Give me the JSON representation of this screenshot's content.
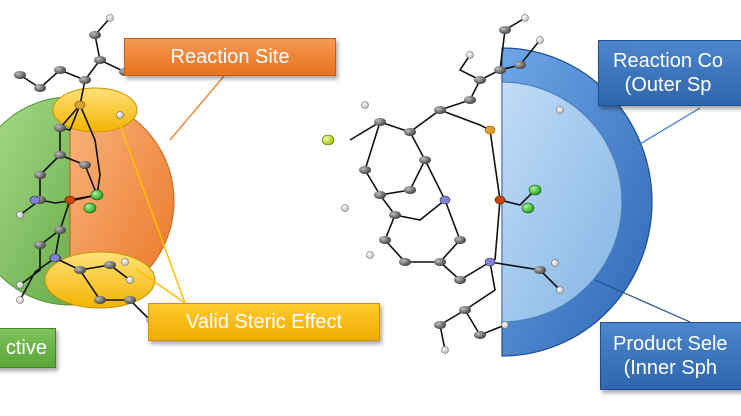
{
  "labels": {
    "reaction_site": "Reaction Site",
    "valid_steric_effect": "Valid Steric Effect",
    "active": "ctive",
    "reaction_control": "Reaction Co\n(Outer Sp",
    "product_selectivity": "Product Sele\n(Inner Sph"
  },
  "colors": {
    "active_region": "#6ab04c",
    "reaction_site_region": "#f08a3c",
    "steric_region": "#ffc000",
    "outer_sphere": "#3a78c9",
    "inner_sphere": "#9cc6ec",
    "carbon": "#555555",
    "hydrogen": "#ffffff",
    "nitrogen": "#6c6cc8",
    "phosphorus": "#e0a030",
    "metal": "#c84a00",
    "chlorine": "#36c030",
    "fluorine": "#b8e020"
  }
}
